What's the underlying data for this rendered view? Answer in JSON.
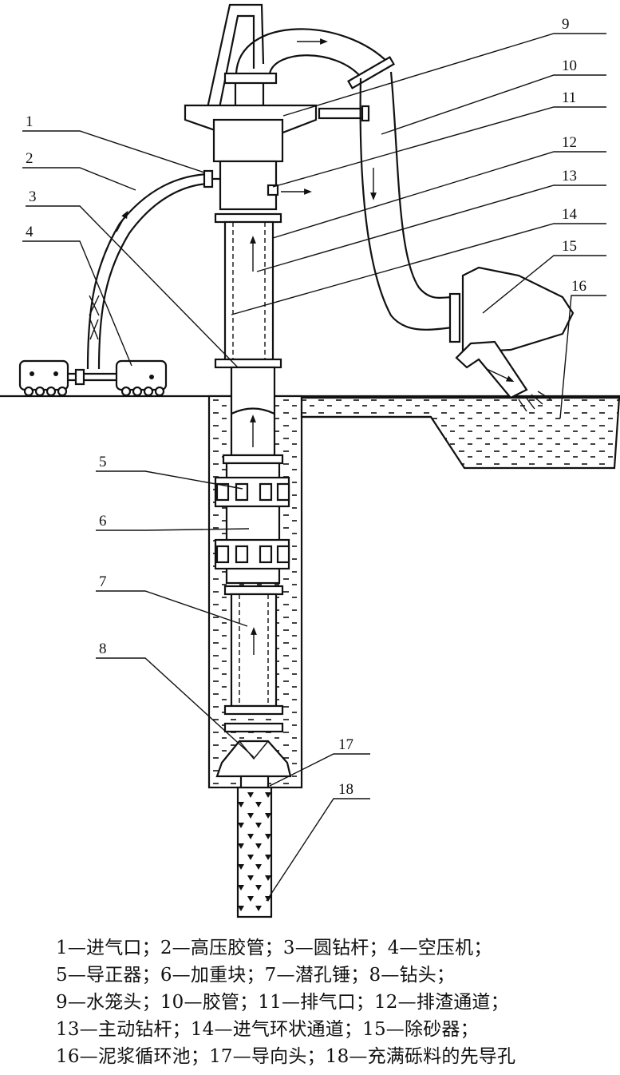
{
  "diagram": {
    "callouts": [
      "1",
      "2",
      "3",
      "4",
      "5",
      "6",
      "7",
      "8",
      "9",
      "10",
      "11",
      "12",
      "13",
      "14",
      "15",
      "16",
      "17",
      "18"
    ]
  },
  "legend": {
    "lines": [
      "1—进气口；2—高压胶管；3—圆钻杆；4—空压机；",
      "5—导正器；6—加重块；7—潜孔锤；8—钻头；",
      "9—水笼头；10—胶管；11—排气口；12—排渣通道；",
      "13—主动钻杆；14—进气环状通道；15—除砂器；",
      "16—泥浆循环池；17—导向头；18—充满砾料的先导孔"
    ]
  }
}
